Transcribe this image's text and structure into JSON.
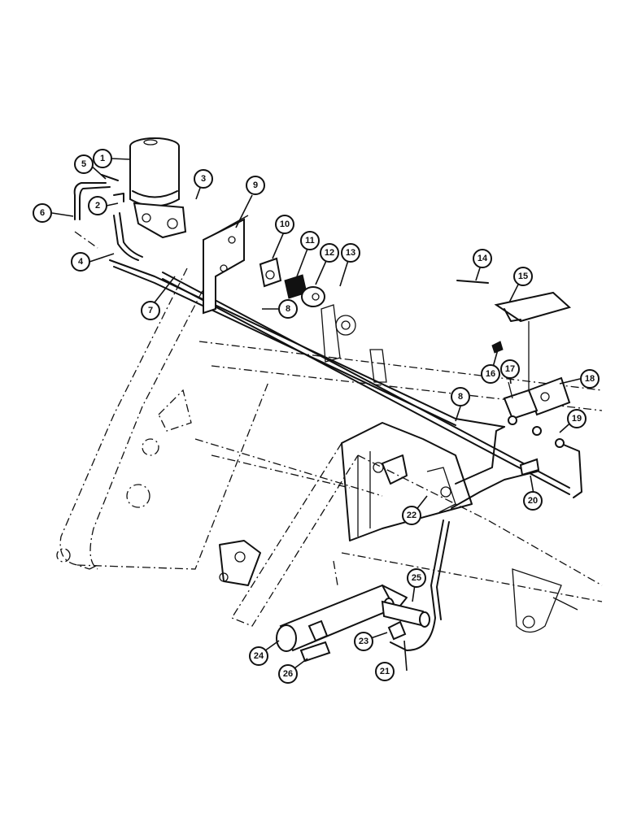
{
  "diagram": {
    "callouts": [
      {
        "id": "c1",
        "label": "1"
      },
      {
        "id": "c2",
        "label": "2"
      },
      {
        "id": "c3",
        "label": "3"
      },
      {
        "id": "c4",
        "label": "4"
      },
      {
        "id": "c5",
        "label": "5"
      },
      {
        "id": "c6",
        "label": "6"
      },
      {
        "id": "c7",
        "label": "7"
      },
      {
        "id": "c8a",
        "label": "8"
      },
      {
        "id": "c8b",
        "label": "8"
      },
      {
        "id": "c9",
        "label": "9"
      },
      {
        "id": "c10",
        "label": "10"
      },
      {
        "id": "c11",
        "label": "11"
      },
      {
        "id": "c12",
        "label": "12"
      },
      {
        "id": "c13",
        "label": "13"
      },
      {
        "id": "c14",
        "label": "14"
      },
      {
        "id": "c15",
        "label": "15"
      },
      {
        "id": "c16",
        "label": "16"
      },
      {
        "id": "c17",
        "label": "17"
      },
      {
        "id": "c18",
        "label": "18"
      },
      {
        "id": "c19",
        "label": "19"
      },
      {
        "id": "c20",
        "label": "20"
      },
      {
        "id": "c21",
        "label": "21"
      },
      {
        "id": "c22",
        "label": "22"
      },
      {
        "id": "c23",
        "label": "23"
      },
      {
        "id": "c24",
        "label": "24"
      },
      {
        "id": "c25",
        "label": "25"
      },
      {
        "id": "c26",
        "label": "26"
      }
    ]
  }
}
